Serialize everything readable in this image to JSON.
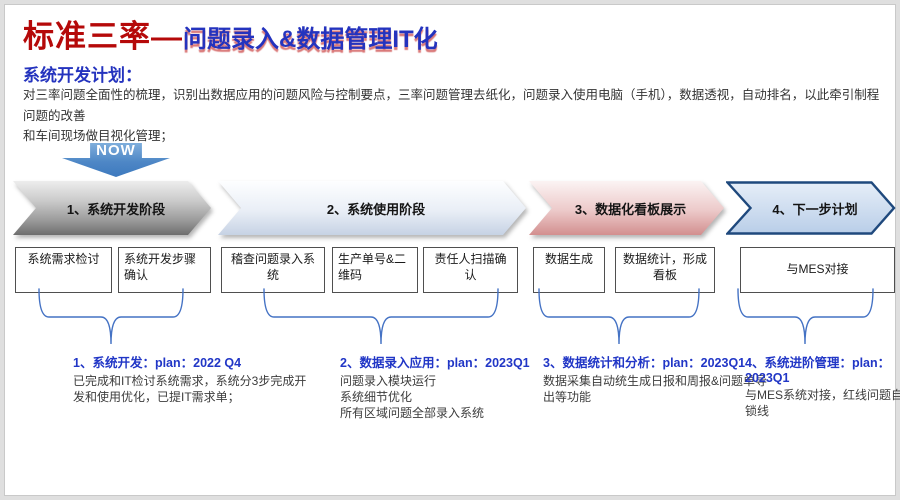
{
  "slide": {
    "title_red": "标准三率—",
    "title_blue": "问题录入&数据管理IT化",
    "subtitle": "系统开发计划：",
    "description_lines": [
      "对三率问题全面性的梳理，识别出数据应用的问题风险与控制要点，三率问题管理去纸化，问题录入使用电脑（手机），数据透视，自动排名，以此牵引制程问题的改善",
      "和车间现场做目视化管理；"
    ],
    "now_label": "NOW",
    "stages": [
      {
        "label": "1、系统开发阶段"
      },
      {
        "label": "2、系统使用阶段"
      },
      {
        "label": "3、数据化看板展示"
      },
      {
        "label": "4、下一步计划"
      }
    ],
    "boxes": [
      {
        "label": "系统需求检讨"
      },
      {
        "label": "系统开发步骤确认"
      },
      {
        "label": "稽查问题录入系统"
      },
      {
        "label": "生产单号&二维码"
      },
      {
        "label": "责任人扫描确认"
      },
      {
        "label": "数据生成"
      },
      {
        "label": "数据统计，形成看板"
      },
      {
        "label": "与MES对接"
      }
    ],
    "plans": [
      {
        "heading": "1、系统开发：plan：2022 Q4",
        "lines": [
          "已完成和IT检讨系统需求，系统分3步完成开发和使用优化，已提IT需求单；"
        ]
      },
      {
        "heading": "2、数据录入应用：plan：2023Q1",
        "lines": [
          "问题录入模块运行",
          "系统细节优化",
          "所有区域问题全部录入系统"
        ]
      },
      {
        "heading": "3、数据统计和分析：plan：2023Q1",
        "lines": [
          "数据采集自动统生成日报和周报&问题单导出等功能"
        ]
      },
      {
        "heading": "4、系统进阶管理：plan：2023Q1",
        "lines": [
          "与MES系统对接，红线问题自动锁线"
        ]
      }
    ],
    "colors": {
      "title_red": "#B50909",
      "title_blue": "#2433BE",
      "subtitle_blue": "#2433BE",
      "plan_heading_blue": "#2136C6",
      "brace_blue": "#4472C4",
      "now_arrow_blue": "#4E87C6",
      "stage1_gray": "#8C8C8C",
      "stage2_light_blue": "#E9EEF6",
      "stage3_pink": "#D28F8F",
      "stage4_fill": "#CCDCF0",
      "stage4_border": "#1F497D",
      "box_border_gray": "#4F4F4F"
    }
  }
}
